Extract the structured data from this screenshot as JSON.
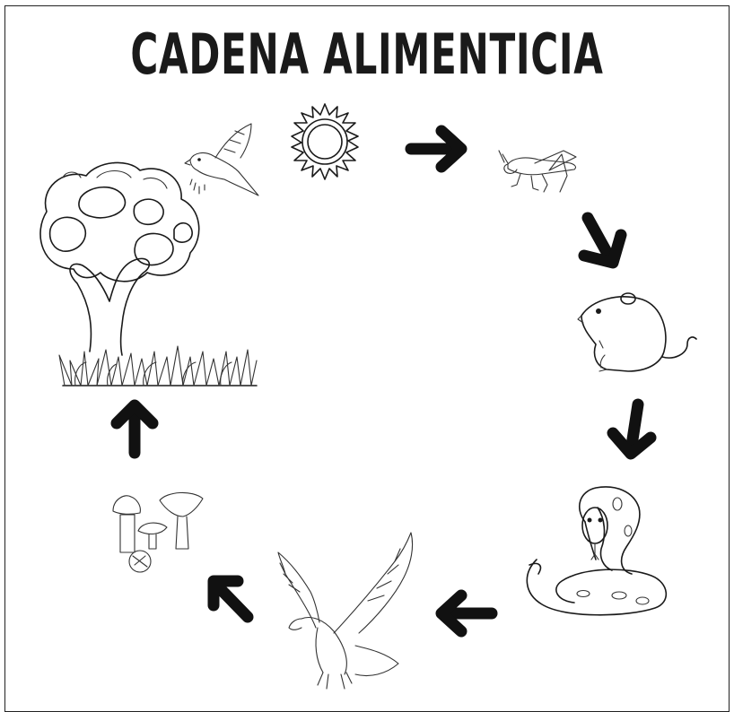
{
  "title": "CADENA ALIMENTICIA",
  "colors": {
    "ink": "#1a1a1a",
    "background": "#ffffff"
  },
  "nodes": [
    {
      "id": "sun",
      "icon": "sun-icon"
    },
    {
      "id": "grasshopper",
      "icon": "grasshopper-icon"
    },
    {
      "id": "mouse",
      "icon": "mouse-icon"
    },
    {
      "id": "snake",
      "icon": "snake-icon"
    },
    {
      "id": "eagle",
      "icon": "eagle-icon"
    },
    {
      "id": "mushrooms",
      "icon": "mushrooms-icon"
    },
    {
      "id": "tree-grass",
      "icon": "tree-icon"
    },
    {
      "id": "bird",
      "icon": "bird-icon"
    }
  ]
}
